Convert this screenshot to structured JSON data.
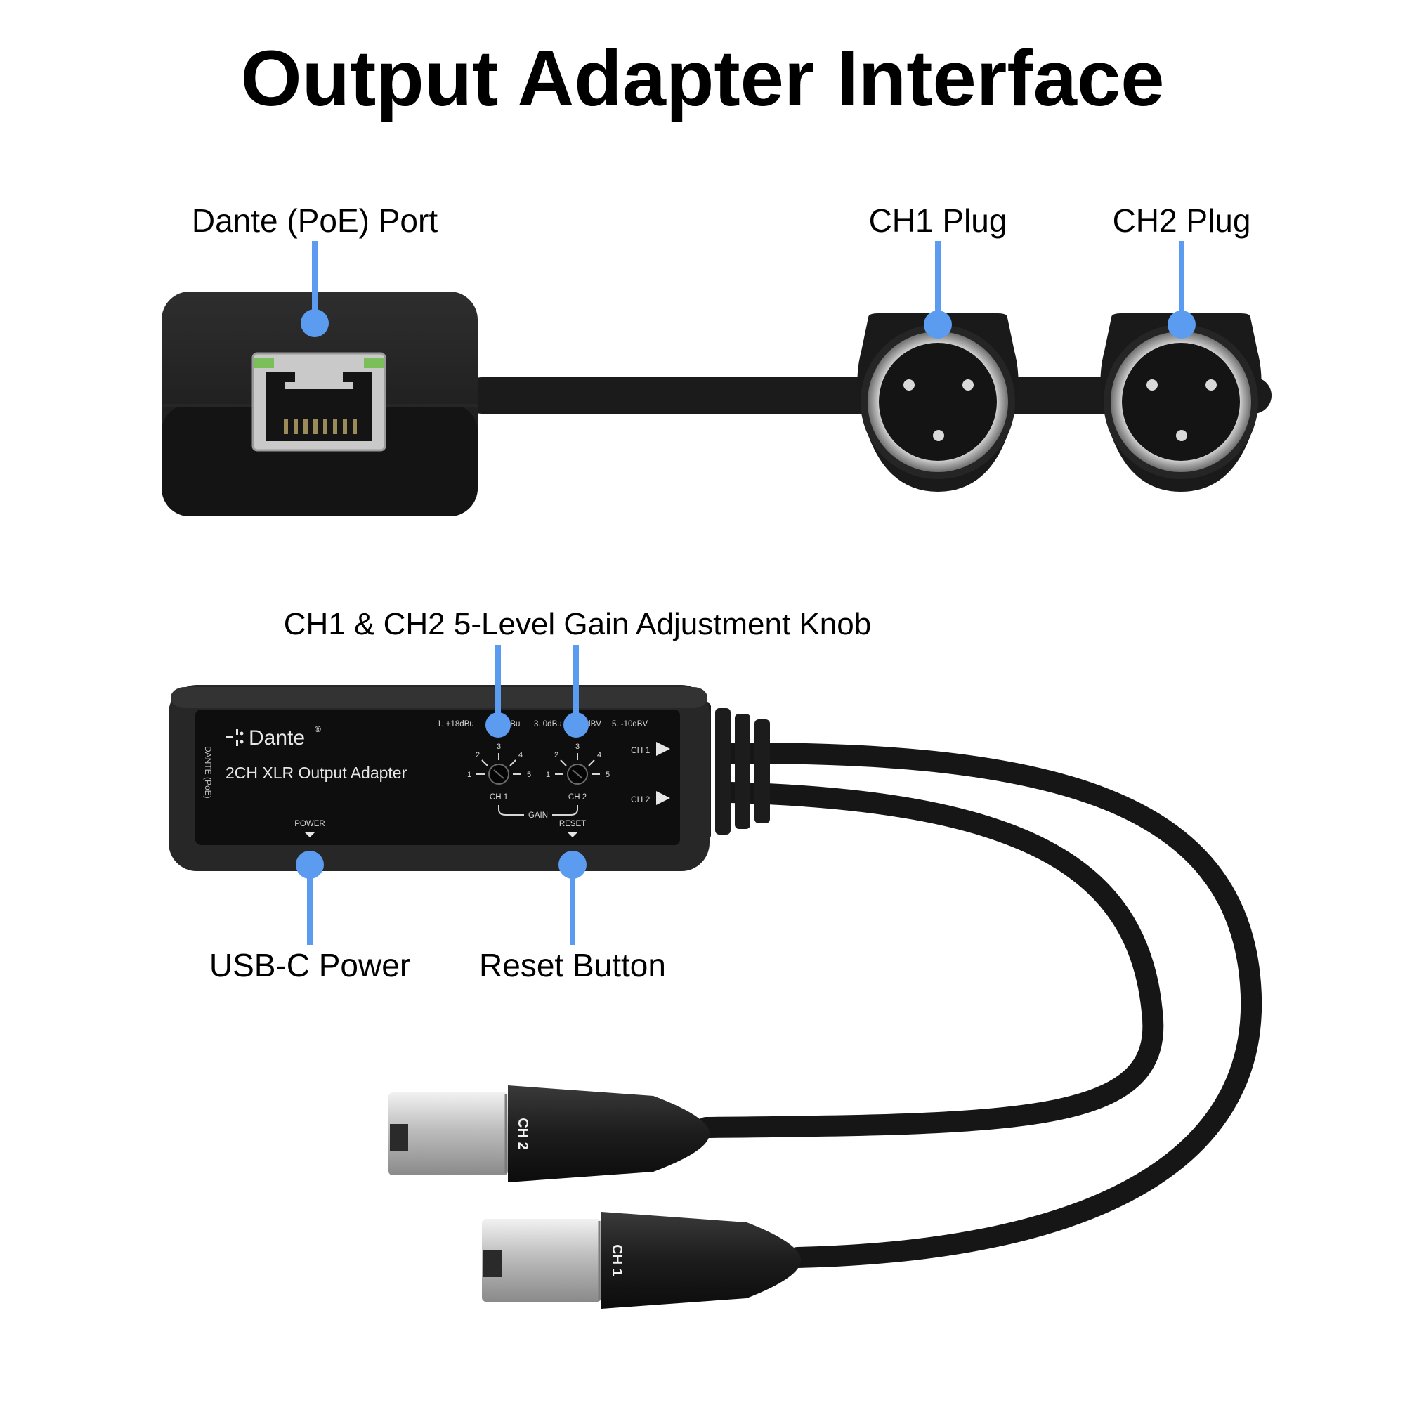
{
  "title": "Output Adapter Interface",
  "colors": {
    "callout_blue": "#5b9cf0",
    "device_body": "#1e1e1e",
    "device_face": "#0f0f0f",
    "cable": "#1a1a1a",
    "metal": "#c8c8c8"
  },
  "callouts": {
    "dante_port": "Dante (PoE) Port",
    "ch1_plug": "CH1 Plug",
    "ch2_plug": "CH2 Plug",
    "gain_knob": "CH1 & CH2 5-Level Gain Adjustment Knob",
    "usb_power": "USB-C Power",
    "reset_button": "Reset Button"
  },
  "panel": {
    "brand": "Dante",
    "brand_reg": "®",
    "product": "2CH XLR Output Adapter",
    "side_label": "DANTE (PoE)",
    "power_label": "POWER",
    "reset_label": "RESET",
    "gain_label": "GAIN",
    "gain_legend": {
      "level1": "1. +18dBu",
      "level2": "2. +4dBu",
      "level3": "3. 0dBu",
      "level4": "4. 0dBV",
      "level5": "5. -10dBV"
    },
    "knob1_label": "CH 1",
    "knob2_label": "CH 2",
    "dial_numbers": [
      "1",
      "2",
      "3",
      "4",
      "5"
    ],
    "out1_label": "CH 1",
    "out2_label": "CH 2"
  },
  "cable_tags": {
    "ch1": "CH 1",
    "ch2": "CH 2"
  }
}
